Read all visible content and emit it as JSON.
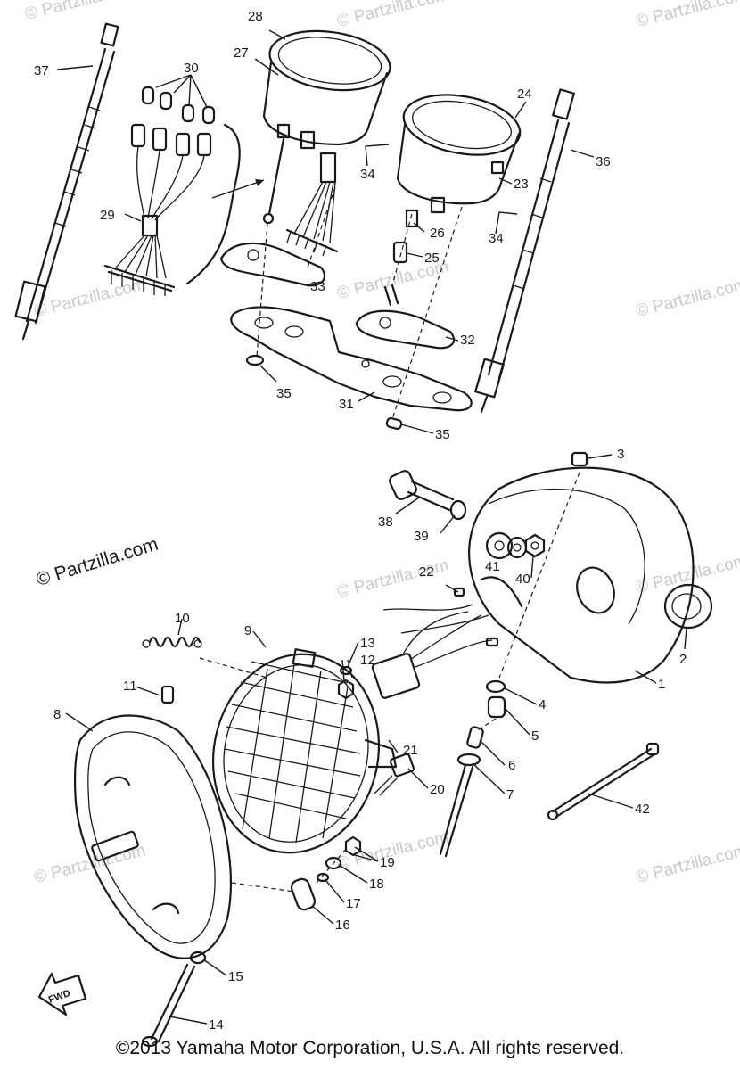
{
  "watermark_text": "© Partzilla.com",
  "footer_text": "©2013 Yamaha Motor Corporation, U.S.A. All rights reserved.",
  "fwd_label": "FWD",
  "callouts": [
    "1",
    "2",
    "3",
    "4",
    "5",
    "6",
    "7",
    "8",
    "9",
    "10",
    "11",
    "12",
    "13",
    "14",
    "15",
    "16",
    "17",
    "18",
    "19",
    "20",
    "21",
    "22",
    "23",
    "24",
    "25",
    "26",
    "27",
    "28",
    "29",
    "30",
    "31",
    "32",
    "33",
    "34",
    "35",
    "36",
    "37",
    "38",
    "39",
    "40",
    "41",
    "42"
  ]
}
